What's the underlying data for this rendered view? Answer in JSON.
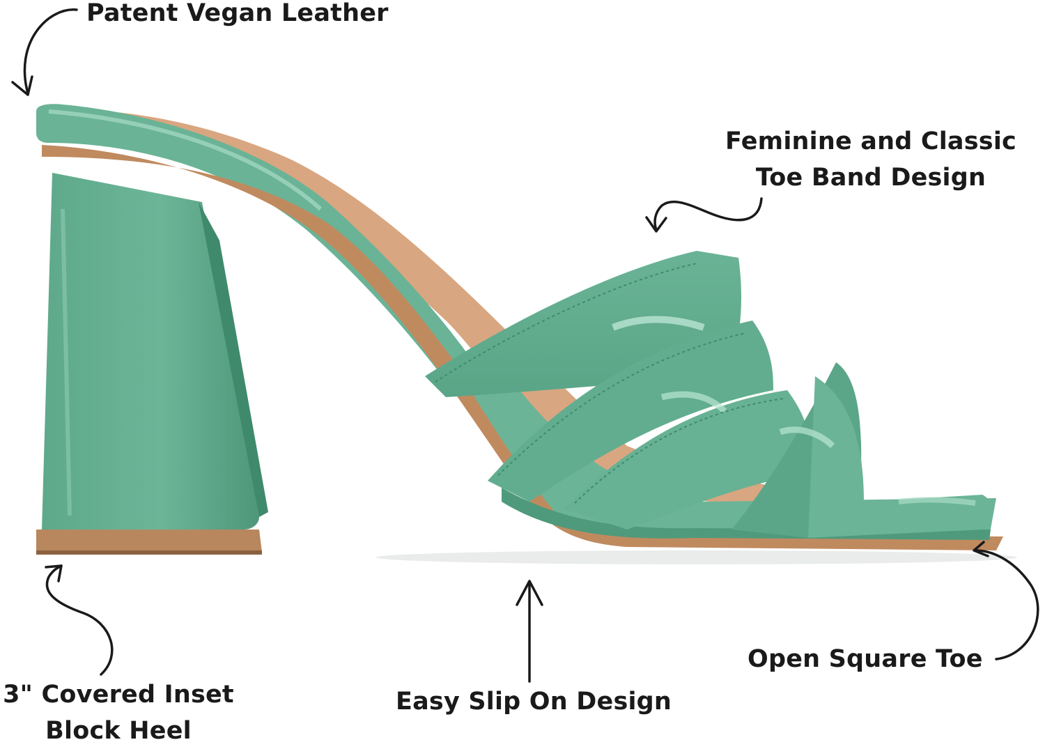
{
  "product": {
    "colors": {
      "sandal": "#6bb497",
      "sandal_dark": "#4f9a7c",
      "sandal_light": "#a9dcc8",
      "insole": "#d7a57c",
      "sole_edge": "#b67d52",
      "arrow": "#1a1a1a"
    }
  },
  "callouts": {
    "material": {
      "line1": "Patent Vegan Leather"
    },
    "toe_band": {
      "line1": "Feminine and Classic",
      "line2": "Toe Band Design"
    },
    "heel": {
      "line1": "3\" Covered Inset",
      "line2": "Block Heel"
    },
    "slip_on": {
      "line1": "Easy Slip On Design"
    },
    "toe": {
      "line1": "Open Square Toe"
    }
  }
}
